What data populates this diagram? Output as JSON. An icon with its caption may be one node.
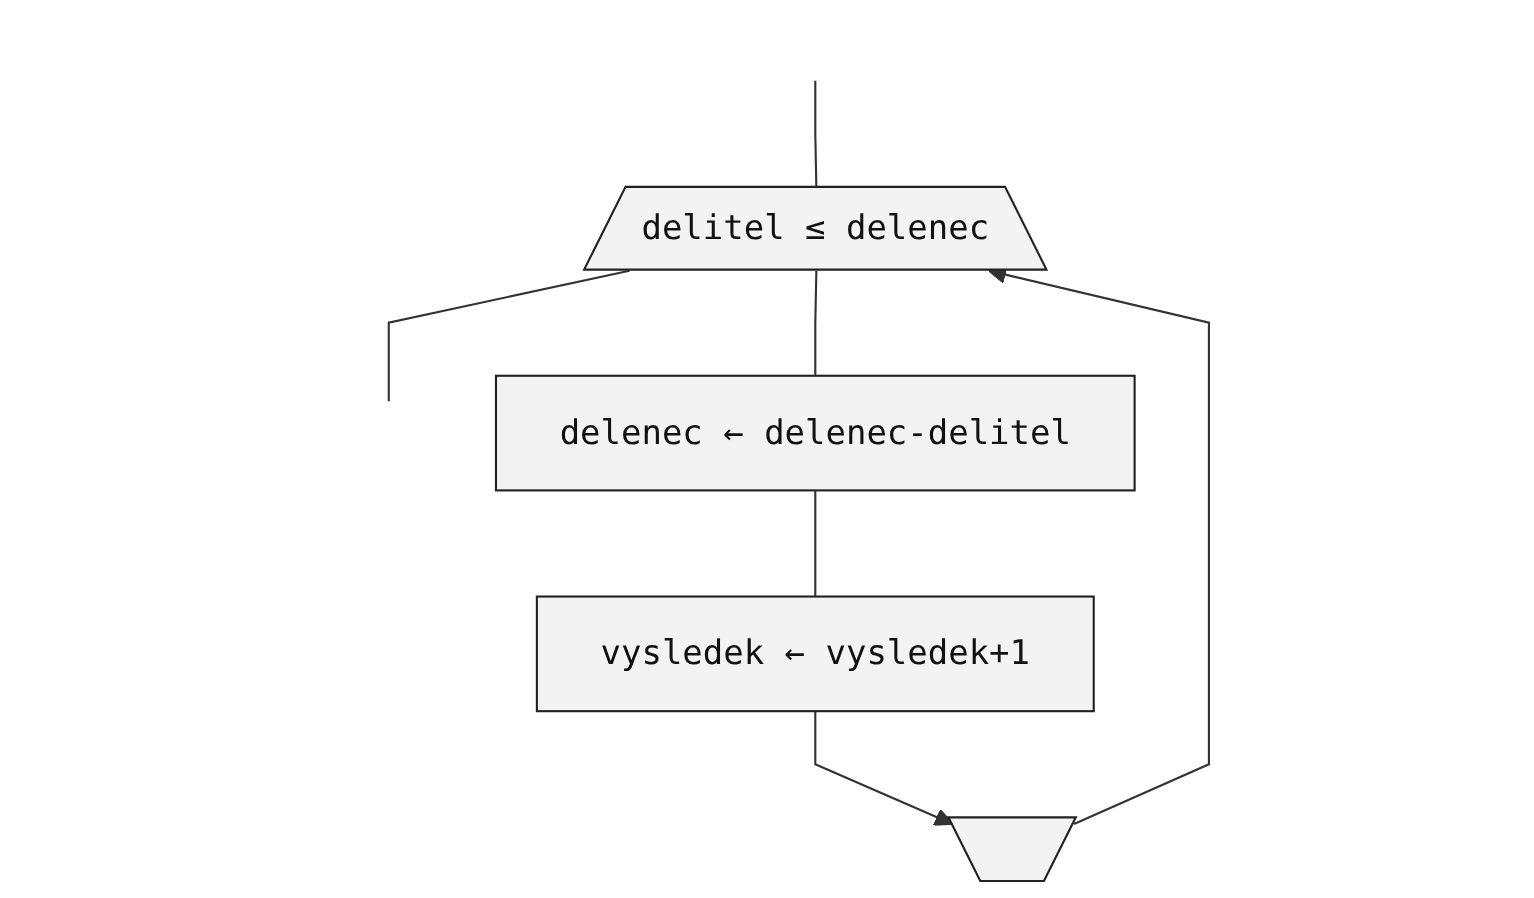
{
  "diagram": {
    "nodes": [
      {
        "text": [
          "delitel ≤ delenec"
        ]
      },
      {
        "text": [
          "delenec ← delenec-delitel"
        ]
      },
      {
        "text": [
          "vysledek ← vysledek+1"
        ]
      },
      {
        "text": [],
        "shape": "trapezoid"
      }
    ],
    "edges": [
      {
        "from": null,
        "to": 0,
        "arrow": "none"
      },
      {
        "from": 0,
        "to": 1,
        "arrow": "none"
      },
      {
        "from": 1,
        "to": 2,
        "arrow": "none"
      },
      {
        "from": 2,
        "to": 3,
        "arrow": "to"
      },
      {
        "from": 3,
        "to": 0,
        "arrow": "to"
      },
      {
        "from": 0,
        "to": null,
        "arrow": "none"
      }
    ]
  }
}
